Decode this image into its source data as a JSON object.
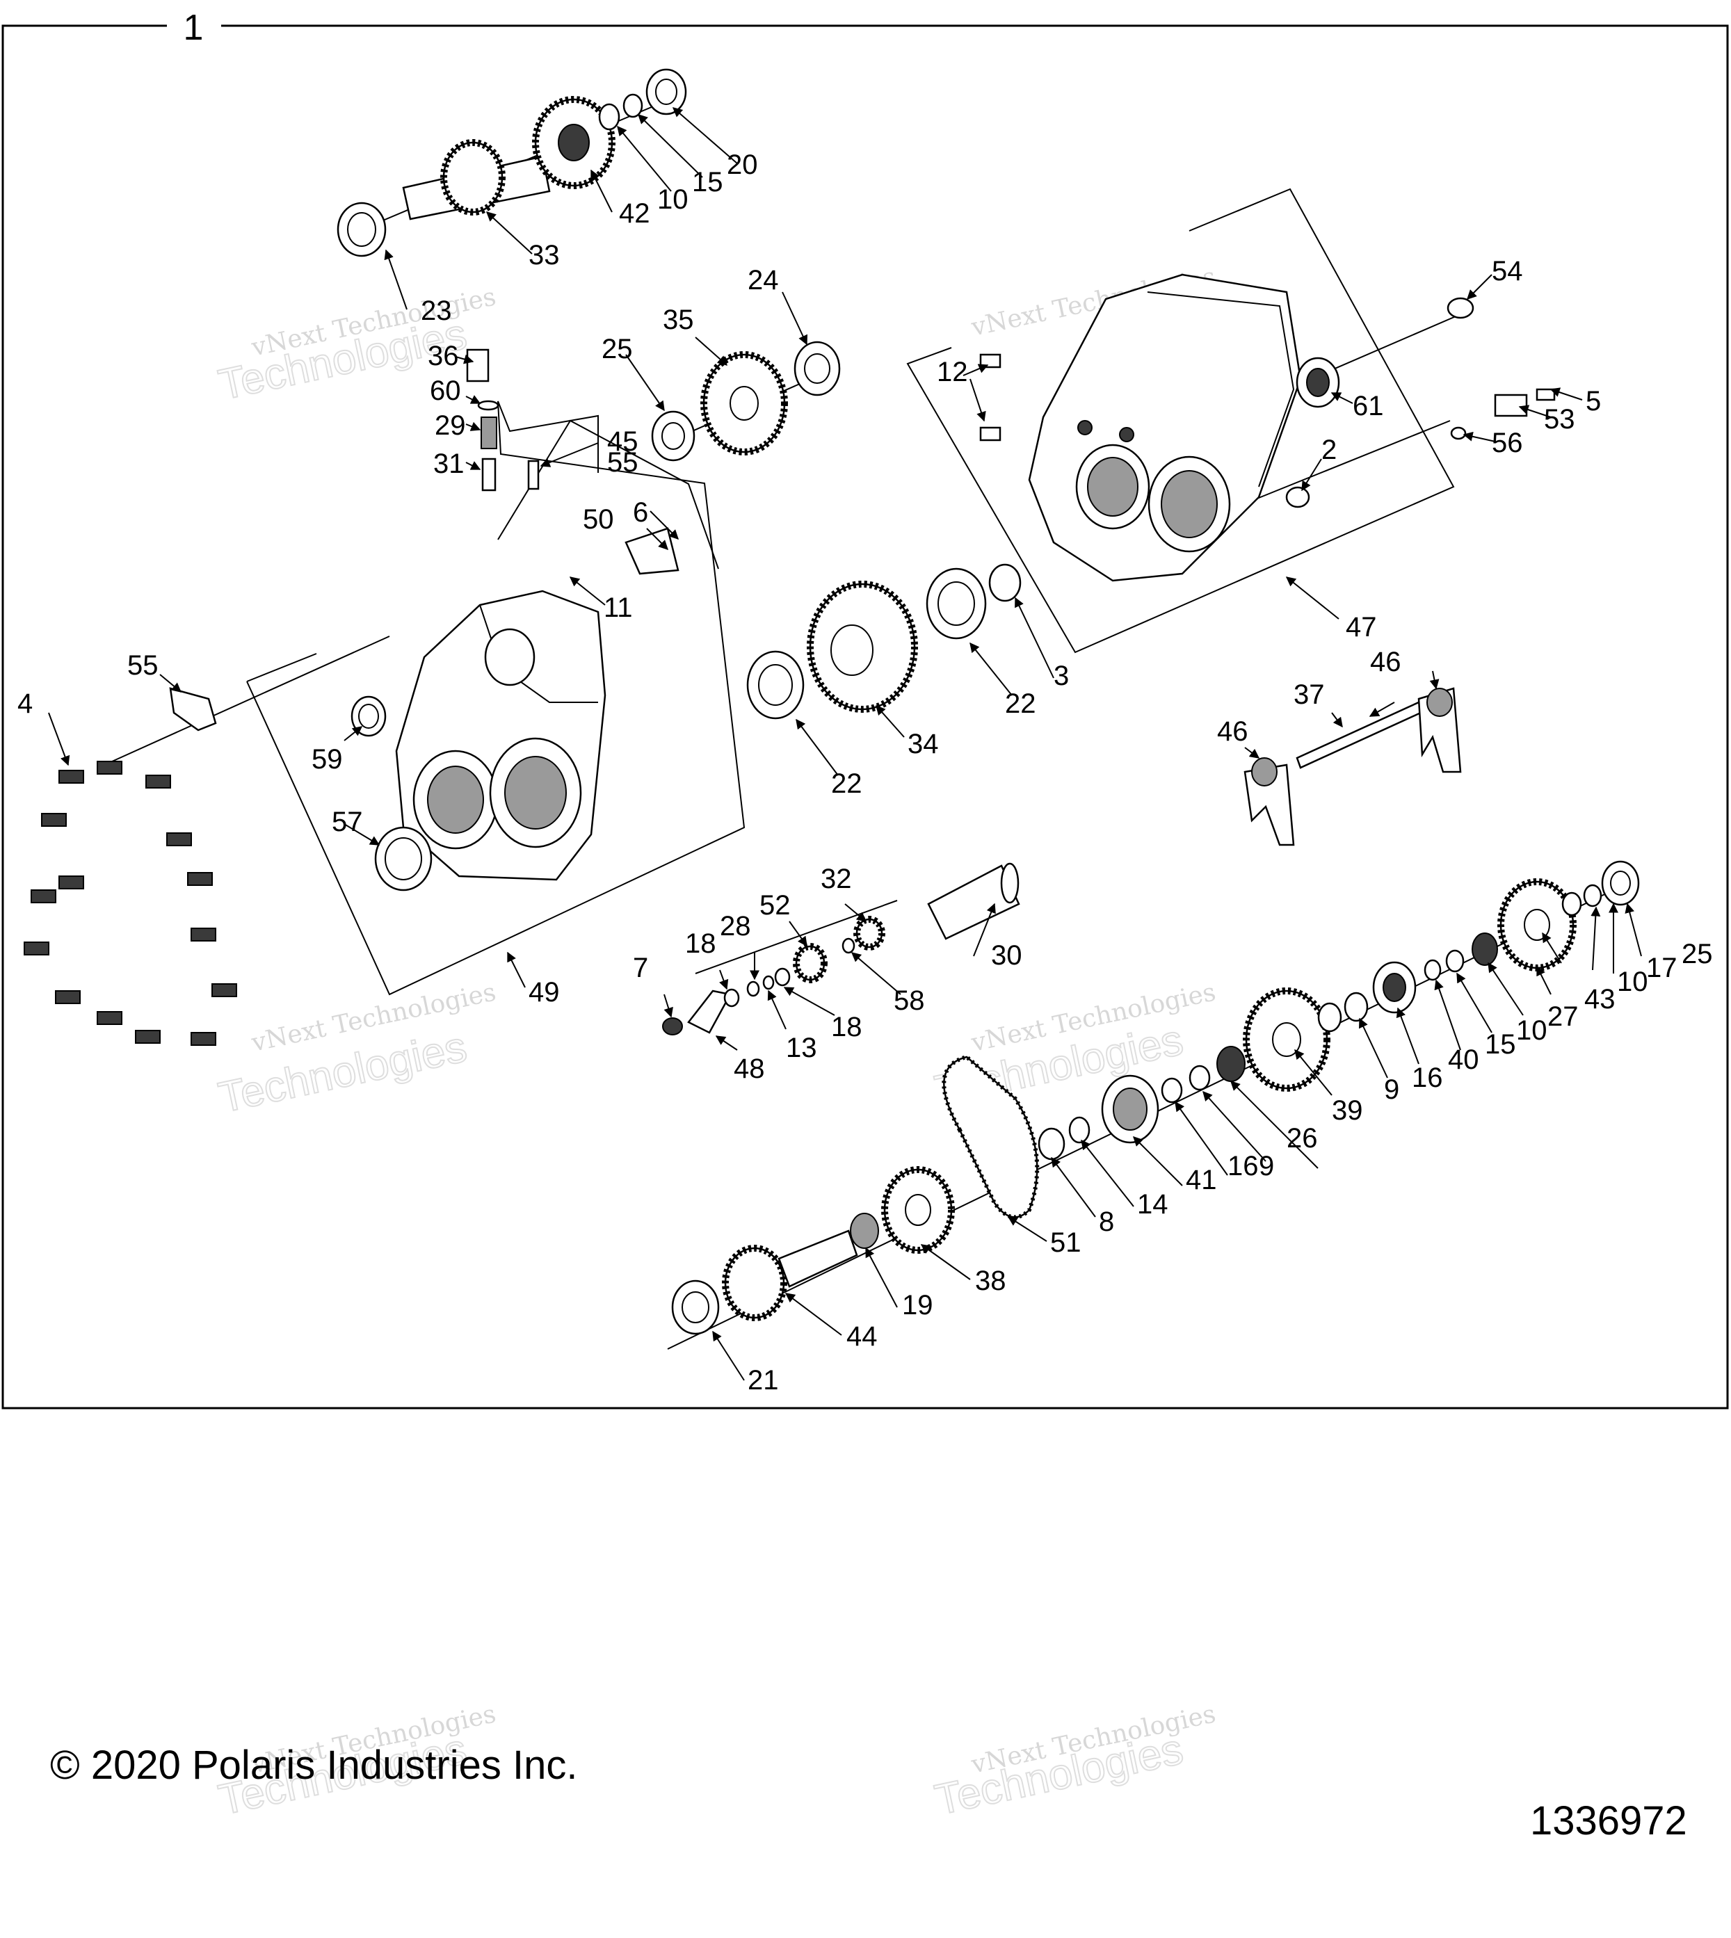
{
  "assembly_number": "1",
  "callouts": [
    "23",
    "33",
    "42",
    "10",
    "15",
    "20",
    "36",
    "60",
    "29",
    "31",
    "45",
    "55",
    "50",
    "6",
    "11",
    "25",
    "35",
    "24",
    "12",
    "54",
    "53",
    "5",
    "56",
    "61",
    "2",
    "47",
    "4",
    "55",
    "59",
    "57",
    "49",
    "3",
    "22",
    "34",
    "22",
    "37",
    "46",
    "46",
    "7",
    "18",
    "28",
    "13",
    "52",
    "18",
    "32",
    "58",
    "30",
    "48",
    "25",
    "17",
    "10",
    "43",
    "27",
    "10",
    "15",
    "40",
    "16",
    "9",
    "39",
    "26",
    "9",
    "16",
    "41",
    "14",
    "8",
    "51",
    "38",
    "19",
    "44",
    "21"
  ],
  "watermark": {
    "line1": "vNext Technologies",
    "line2": "Technologies"
  },
  "footer": {
    "copyright": "© 2020 Polaris Industries Inc.",
    "diagram_number": "1336972"
  }
}
